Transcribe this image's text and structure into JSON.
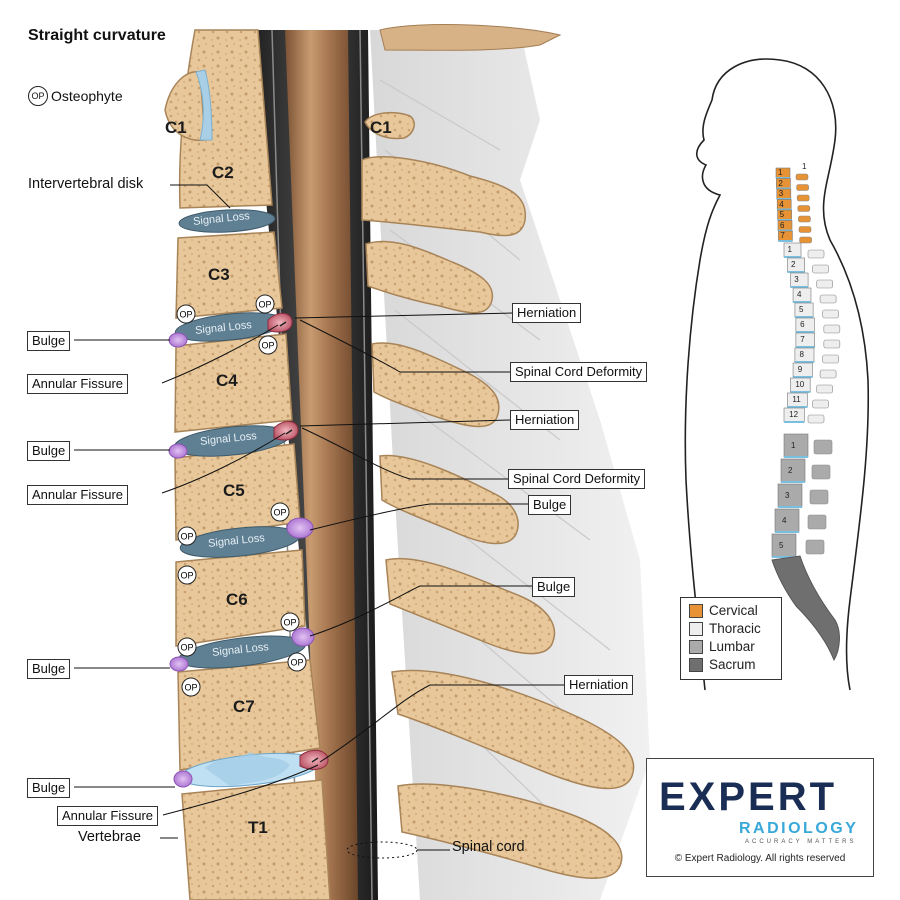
{
  "title": "Straight curvature",
  "osteophyte_legend": {
    "symbol": "OP",
    "label": "Osteophyte"
  },
  "vertebra_labels": [
    "C1",
    "C2",
    "C3",
    "C4",
    "C5",
    "C6",
    "C7",
    "T1"
  ],
  "right_c1_label": "C1",
  "signal_loss": "Signal Loss",
  "callouts": {
    "intervertebral_disk": "Intervertebral disk",
    "vertebrae": "Vertebrae",
    "spinal_cord": "Spinal cord",
    "bulge": "Bulge",
    "annular_fissure": "Annular Fissure",
    "herniation": "Herniation",
    "spinal_cord_deformity": "Spinal Cord Deformity"
  },
  "region_legend": [
    {
      "label": "Cervical",
      "color": "#e69235"
    },
    {
      "label": "Thoracic",
      "color": "#eeeeee"
    },
    {
      "label": "Lumbar",
      "color": "#aaaaaa"
    },
    {
      "label": "Sacrum",
      "color": "#6f6f6f"
    }
  ],
  "mini_spine_numbers": {
    "cervical": [
      "1",
      "2",
      "3",
      "4",
      "5",
      "6",
      "7"
    ],
    "thoracic": [
      "1",
      "2",
      "3",
      "4",
      "5",
      "6",
      "7",
      "8",
      "9",
      "10",
      "11",
      "12"
    ],
    "lumbar": [
      "1",
      "2",
      "3",
      "4",
      "5"
    ],
    "posterior_top": "1"
  },
  "logo": {
    "name": "EXPERT",
    "sub": "RADIOLOGY",
    "tagline": "ACCURACY MATTERS",
    "copyright": "© Expert Radiology. All rights reserved"
  },
  "colors": {
    "bone": "#e8c89a",
    "bone_edge": "#b89566",
    "disk": "#5f7f92",
    "cord": "#b0865f",
    "bulge": "#b67fd6",
    "herniation": "#c86b78",
    "thin_disk": "#a9cfe6"
  }
}
